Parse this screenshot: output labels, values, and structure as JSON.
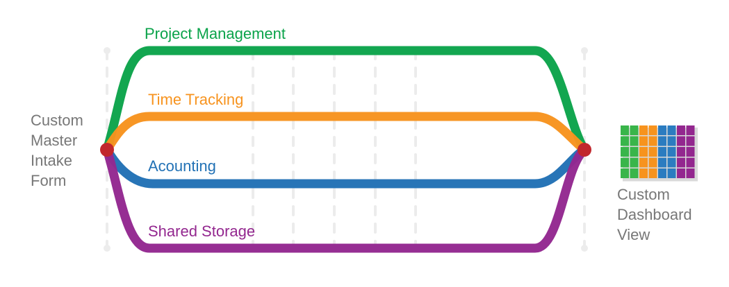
{
  "source": {
    "lines": [
      "Custom",
      "Master",
      "Intake",
      "Form"
    ]
  },
  "destination": {
    "lines": [
      "Custom",
      "Dashboard",
      "View"
    ]
  },
  "flows": [
    {
      "label": "Project Management",
      "color": "#0ba34a"
    },
    {
      "label": "Time Tracking",
      "color": "#f7931e"
    },
    {
      "label": "Acounting",
      "color": "#2171b5"
    },
    {
      "label": "Shared Storage",
      "color": "#93278f"
    }
  ],
  "colors": {
    "node": "#c1272d",
    "guide": "#ececec",
    "text": "#777777"
  },
  "dashboard_icon": {
    "name": "grid-dashboard-icon",
    "column_colors": [
      "#39b54a",
      "#39b54a",
      "#f7931e",
      "#f7931e",
      "#2b7cc0",
      "#2b7cc0",
      "#93278f",
      "#93278f"
    ]
  }
}
